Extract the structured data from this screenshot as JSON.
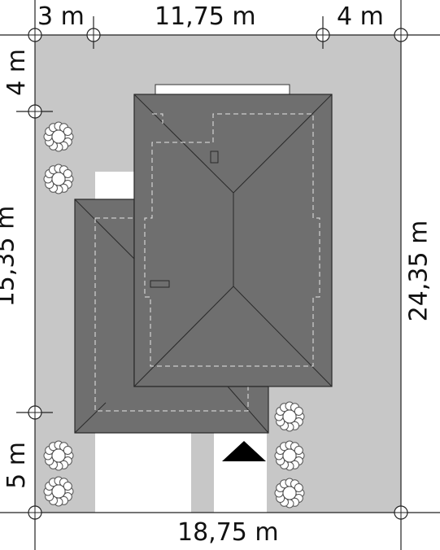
{
  "dimensions": {
    "top_left": "3 m",
    "top_middle": "11,75 m",
    "top_right": "4 m",
    "left_upper": "4 m",
    "left_middle": "15,35 m",
    "left_lower": "5 m",
    "right_total": "24,35 m",
    "bottom_total": "18,75 m"
  },
  "colors": {
    "plot": "#c7c7c7",
    "roof": "#6f6f6f",
    "roof_outline": "#2a2a2a",
    "driveway": "#ffffff",
    "entrance_arrow": "#000000",
    "tree": "#555555"
  },
  "icons": {
    "entrance": "entrance-arrow-icon",
    "tree": "tree-icon",
    "marker": "corner-marker-icon"
  }
}
